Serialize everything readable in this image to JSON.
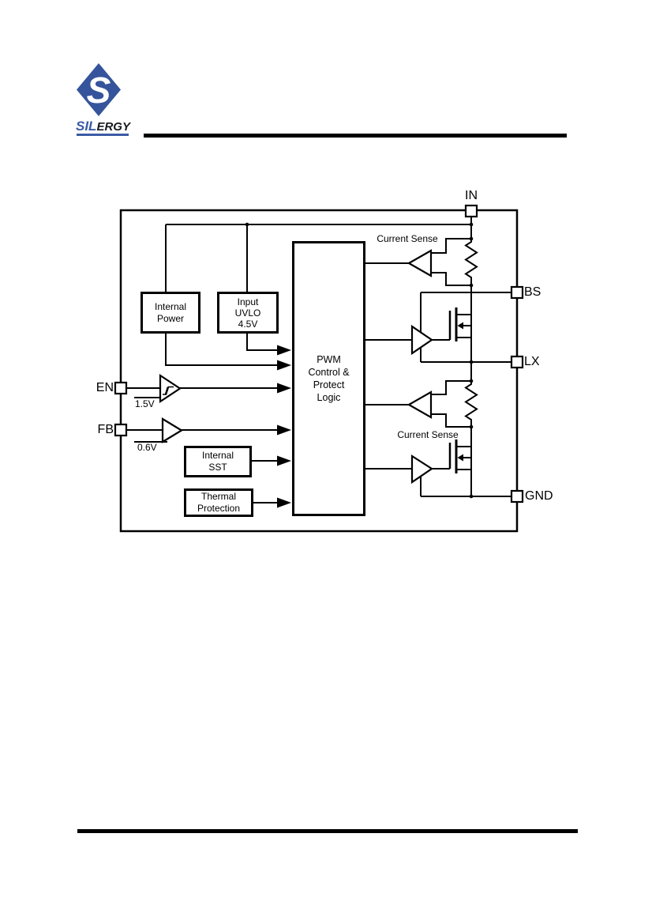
{
  "brand": {
    "logo_letter": "S",
    "name_primary": "SIL",
    "name_secondary": "ERGY"
  },
  "diagram": {
    "pins": {
      "in": "IN",
      "bs": "BS",
      "lx": "LX",
      "gnd": "GND",
      "en": "EN",
      "fb": "FB"
    },
    "references": {
      "en_threshold": "1.5V",
      "fb_threshold": "0.6V"
    },
    "labels": {
      "current_sense_top": "Current Sense",
      "current_sense_bottom": "Current Sense"
    },
    "blocks": {
      "internal_power": "Internal\nPower",
      "input_uvlo": "Input\nUVLO\n4.5V",
      "pwm_control": "PWM\nControl &\nProtect\nLogic",
      "internal_sst": "Internal\nSST",
      "thermal_protection": "Thermal\nProtection"
    }
  },
  "colors": {
    "logo_blue": "#35549B",
    "brand_blue": "#3A5BA5",
    "line": "#000000"
  }
}
